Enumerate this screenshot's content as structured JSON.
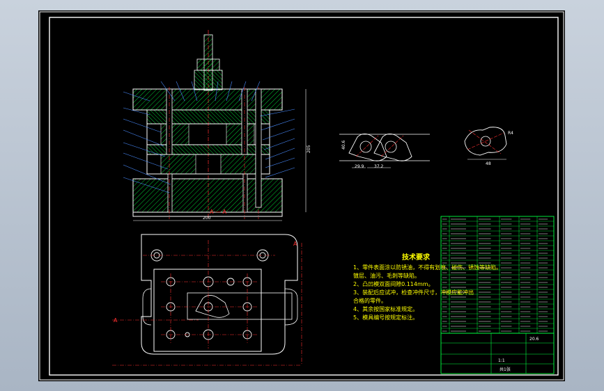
{
  "colors": {
    "background": "#b8c2cf",
    "sheet": "#000000",
    "line": "#ffffff",
    "part_outline": "#00ff40",
    "hatch": "#00ff40",
    "centerline": "#ff3030",
    "leader": "#4a8cff",
    "notes": "#ffff00",
    "table_line": "#00ff40",
    "table_text": "#ffffff"
  },
  "section_label": "A — A",
  "section_marks": [
    "A",
    "A"
  ],
  "notes": {
    "title": "技术要求",
    "items": [
      "1、零件表面涂以防锈油，不得有划痕、碰伤、锈蚀等缺陷。",
      "   镀层、油污、毛刺等缺陷。",
      "2、凸凹模双面间隙0.114mm。",
      "3、装配后应试冲，检查冲件尺寸，冲模应能冲出",
      "   合格的零件。",
      "4、其余按国家标准规定。",
      "5、模具编号按规定标注。"
    ]
  },
  "dimensions": {
    "width_overall": "200",
    "height_overall": "205",
    "pitch_a": "29.9",
    "pitch_b": "37.2",
    "strip_width": "40.6",
    "part_width": "48",
    "part_angle": "R4"
  },
  "title_block": {
    "scale": "1:1",
    "sheet": "共1张",
    "weight": "20.6"
  }
}
